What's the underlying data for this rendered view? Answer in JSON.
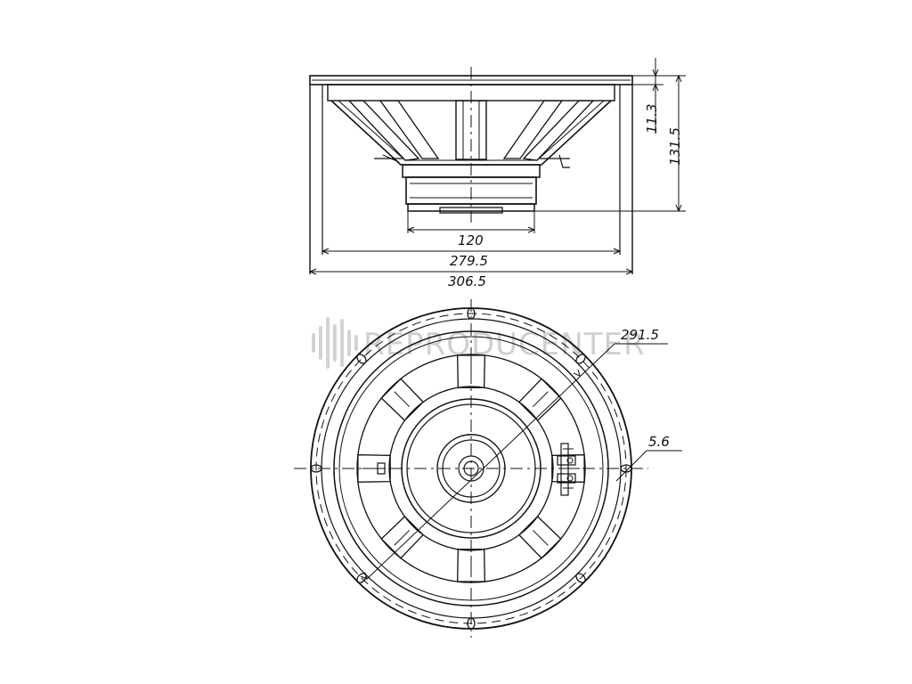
{
  "dimensions": {
    "total_depth": "131.5",
    "flange_thickness": "11.3",
    "magnet_diameter": "120",
    "cutout_diameter": "279.5",
    "outer_diameter": "306.5",
    "bolt_circle": "291.5",
    "hole_diameter": "5.6"
  },
  "watermark": "REPRODUCENTER",
  "colors": {
    "line": "#111111",
    "watermark": "#cfcfcf"
  }
}
